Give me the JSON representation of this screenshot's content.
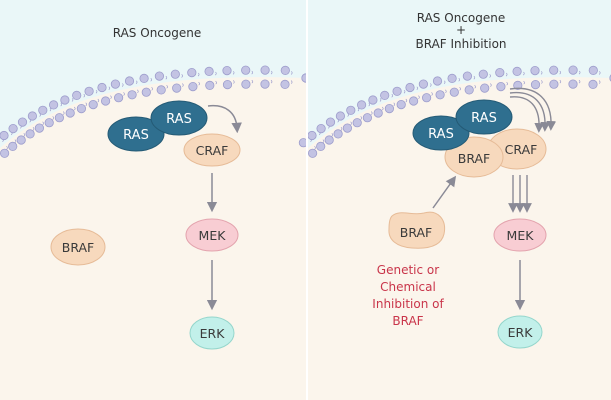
{
  "colors": {
    "extracellular": "#eaf7f8",
    "cytoplasm": "#fbf5ec",
    "membrane_head": "#c3c3e3",
    "membrane_head_stroke": "#9d9dcc",
    "ras_fill": "#2f6f8f",
    "raf_fill": "#f7d9bd",
    "raf_stroke": "#e6bb97",
    "mek_fill": "#f8cdd3",
    "mek_stroke": "#e3a3ad",
    "erk_fill": "#c2f0ea",
    "erk_stroke": "#95d6cc",
    "arrow": "#8a8a96",
    "inhibition_text": "#c9354a",
    "divider": "#ffffff"
  },
  "panels": [
    {
      "id": "left",
      "title": "RAS Oncogene",
      "nodes": {
        "ras1": "RAS",
        "ras2": "RAS",
        "craf": "CRAF",
        "braf": "BRAF",
        "mek": "MEK",
        "erk": "ERK"
      }
    },
    {
      "id": "right",
      "title_line1": "RAS Oncogene",
      "title_line2": "+",
      "title_line3": "BRAF Inhibition",
      "nodes": {
        "ras1": "RAS",
        "ras2": "RAS",
        "braf_bound": "BRAF",
        "craf": "CRAF",
        "braf_free": "BRAF",
        "mek": "MEK",
        "erk": "ERK"
      },
      "annotation": [
        "Genetic or",
        "Chemical",
        "Inhibition of",
        "BRAF"
      ]
    }
  ]
}
